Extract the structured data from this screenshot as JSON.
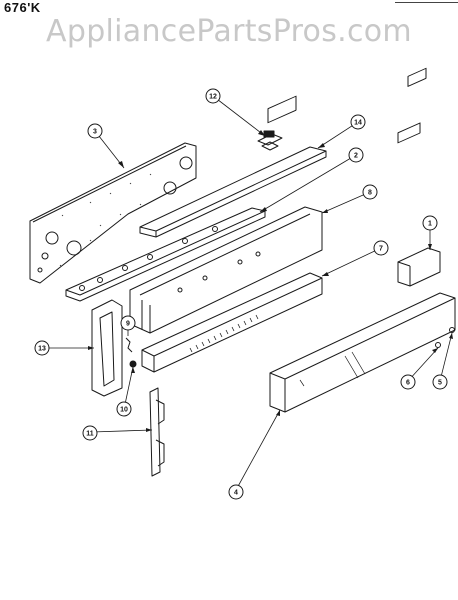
{
  "header": {
    "model_code": "676'K",
    "watermark": "AppliancePartsPros.com"
  },
  "callouts": [
    {
      "id": "c1",
      "number": "1"
    },
    {
      "id": "c2",
      "number": "2"
    },
    {
      "id": "c3",
      "number": "3"
    },
    {
      "id": "c4",
      "number": "4"
    },
    {
      "id": "c5",
      "number": "5"
    },
    {
      "id": "c6",
      "number": "6"
    },
    {
      "id": "c7",
      "number": "7"
    },
    {
      "id": "c8",
      "number": "8"
    },
    {
      "id": "c9",
      "number": "9"
    },
    {
      "id": "c10",
      "number": "10"
    },
    {
      "id": "c11",
      "number": "11"
    },
    {
      "id": "c12",
      "number": "12"
    },
    {
      "id": "c13",
      "number": "13"
    },
    {
      "id": "c14",
      "number": "14"
    }
  ],
  "colors": {
    "line": "#1a1a1a",
    "watermark": "#c8c8c8",
    "background": "#ffffff"
  }
}
